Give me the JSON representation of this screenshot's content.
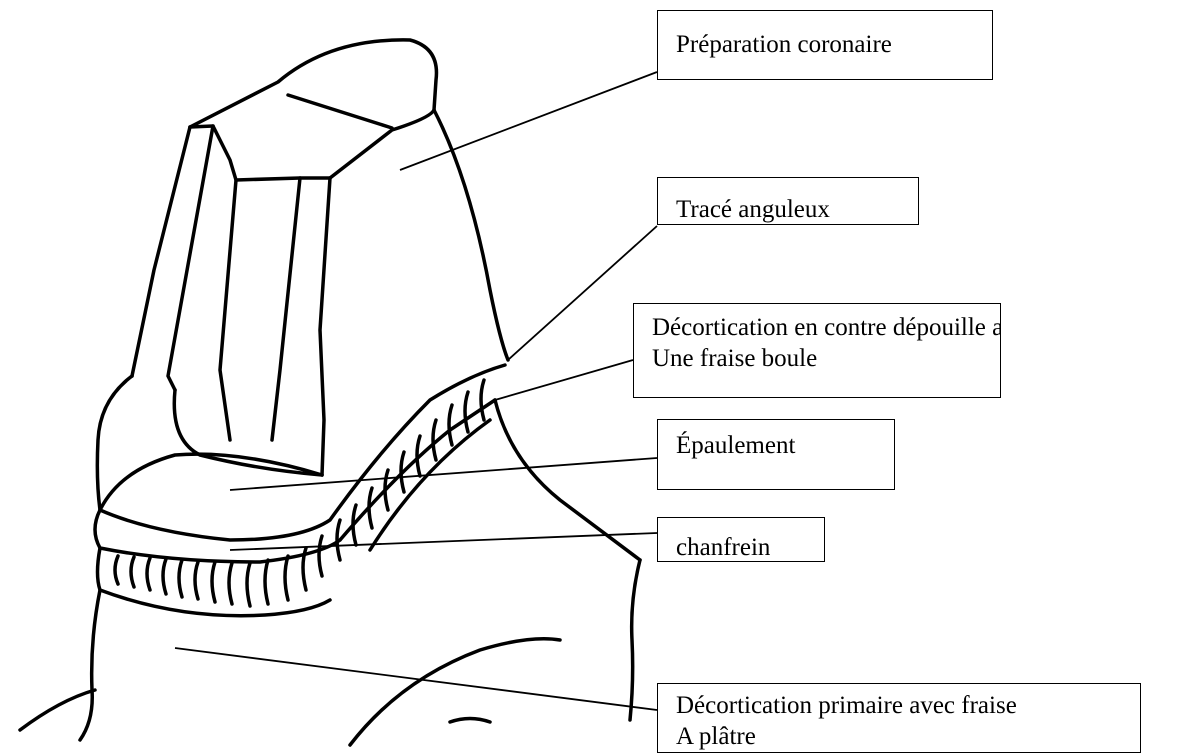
{
  "labels": {
    "preparation_coronaire": "Préparation coronaire",
    "trace_anguleux": "Tracé anguleux",
    "decortication_contre_depouille_line1": "Décortication en contre dépouille avec",
    "decortication_contre_depouille_line2": "Une fraise boule",
    "epaulement": "Épaulement",
    "chanfrein": "chanfrein",
    "decortication_primaire_line1": "Décortication primaire avec fraise",
    "decortication_primaire_line2": "A plâtre"
  }
}
